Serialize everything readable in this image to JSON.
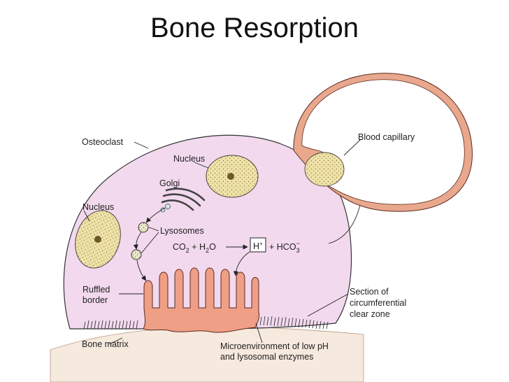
{
  "title": "Bone Resorption",
  "labels": {
    "osteoclast": "Osteoclast",
    "nucleus_top": "Nucleus",
    "golgi": "Golgi",
    "nucleus_left": "Nucleus",
    "lysosomes": "Lysosomes",
    "ruffled_line1": "Ruffled",
    "ruffled_line2": "border",
    "bone_matrix": "Bone matrix",
    "micro_line1": "Microenvironment of low pH",
    "micro_line2": "and lysosomal enzymes",
    "section_line1": "Section of",
    "section_line2": "circumferential",
    "section_line3": "clear zone",
    "blood_capillary": "Blood capillary"
  },
  "reaction": {
    "co2": "CO",
    "co2_sub": "2",
    "plus1": " + H",
    "h2o_sub": "2",
    "h2o_o": "O",
    "h": "H",
    "h_sup": "+",
    "plus2": "+ HCO",
    "hco3_sub": "3",
    "hco3_sup": "−"
  },
  "colors": {
    "cell_fill": "#f2d9ee",
    "nucleus_fill": "#efe2a8",
    "ruffled_fill": "#ef9f86",
    "bone_fill": "#f6e9de",
    "capillary_wall": "#e9a88d"
  }
}
